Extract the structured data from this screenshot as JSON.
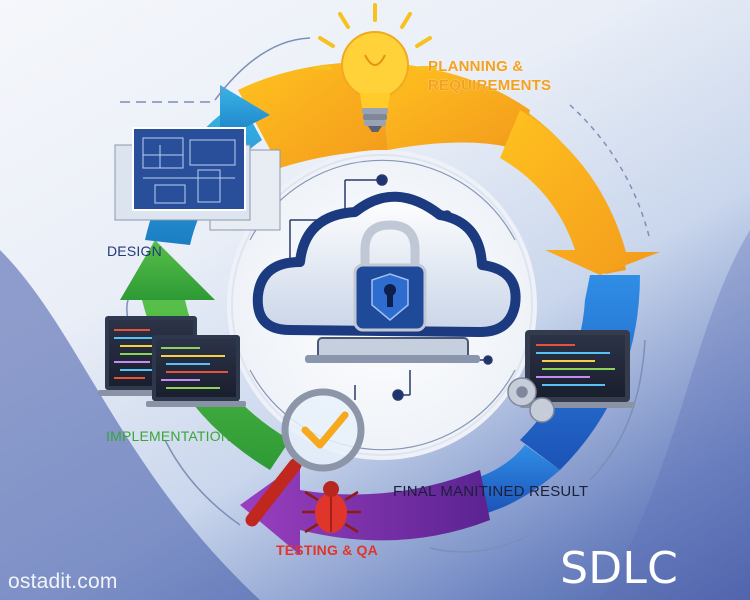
{
  "labels": {
    "planning_line1": "PLANNING &",
    "planning_line2": "REQUIREMENTS",
    "design": "DESIGN",
    "implementation": "IMPLEMENTATION",
    "final": "FINAL MANITINED RESULT",
    "testing": "TESTING & QA",
    "sdlc": "SDLC",
    "watermark": "ostadit.com"
  },
  "colors": {
    "planning": "#f7a823",
    "design": "#2a9fd8",
    "implementation": "#3dae3d",
    "testing": "#7b2fa0",
    "final": "#1e6fd0",
    "cloud_dark": "#1c3a80",
    "bug": "#e0352b"
  },
  "icons": [
    "lightbulb-icon",
    "blueprint-icon",
    "cloud-lock-icon",
    "laptop-code-icon",
    "magnifier-check-icon",
    "bug-icon",
    "code-monitor-icon"
  ]
}
